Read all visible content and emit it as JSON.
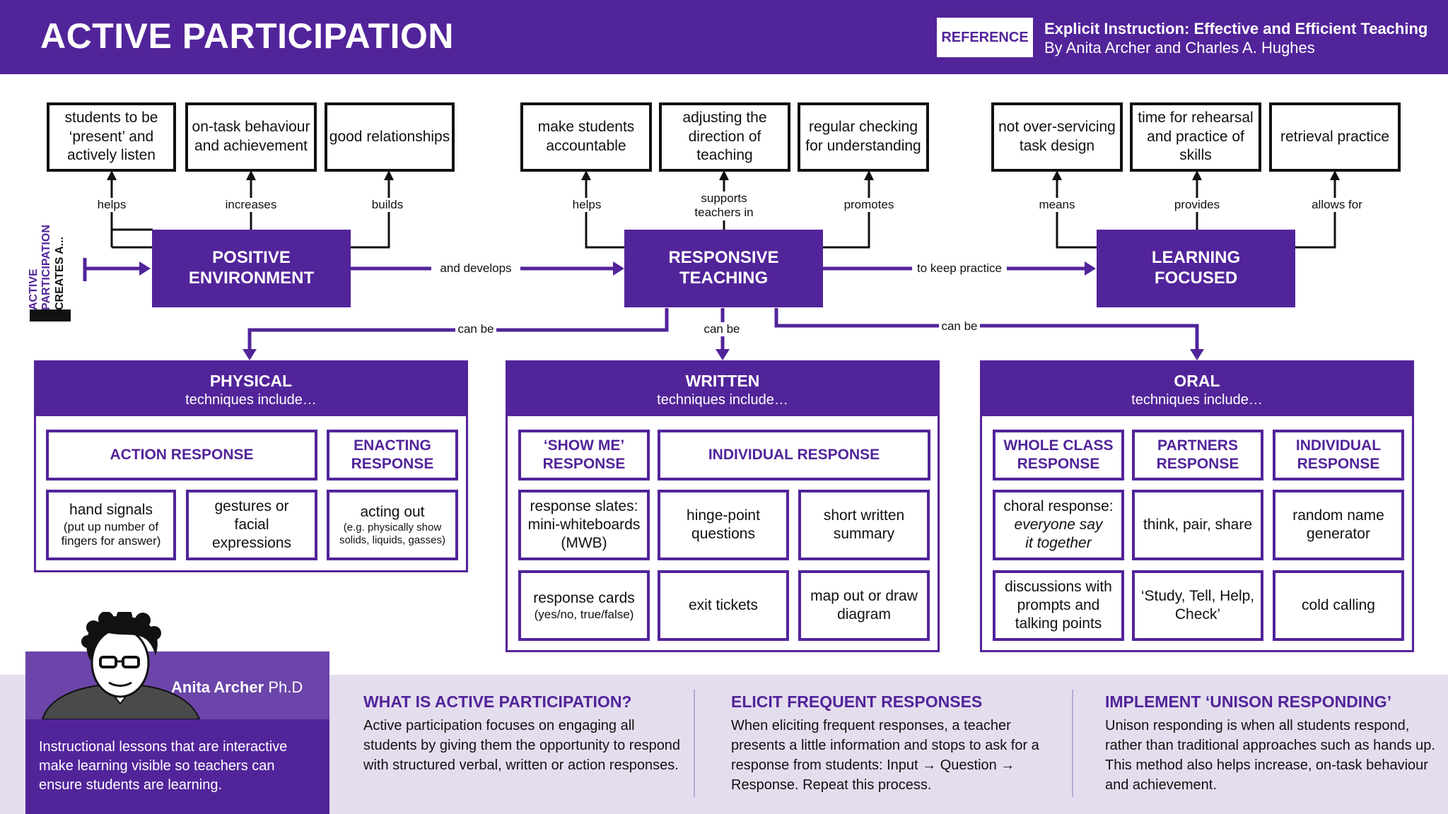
{
  "header": {
    "title": "ACTIVE PARTICIPATION",
    "reference_badge": "REFERENCE",
    "reference_title": "Explicit Instruction: Effective and Efficient Teaching",
    "reference_authors": "By Anita Archer and Charles A. Hughes"
  },
  "side_label": {
    "line1": "ACTIVE",
    "line2": "PARTICIPATION",
    "line3": "CREATES A..."
  },
  "top_boxes": [
    "students to be ‘present’ and actively listen",
    "on-task behaviour and achievement",
    "good relationships",
    "make students accountable",
    "adjusting the direction of teaching",
    "regular checking for understanding",
    "not over-servicing task design",
    "time for rehearsal and practice of skills",
    "retrieval practice"
  ],
  "top_labels": [
    "helps",
    "increases",
    "builds",
    "helps",
    "supports teachers in",
    "promotes",
    "means",
    "provides",
    "allows for"
  ],
  "hubs": {
    "positive": "POSITIVE ENVIRONMENT",
    "responsive": "RESPONSIVE TEACHING",
    "learning": "LEARNING FOCUSED"
  },
  "connectors": {
    "and_develops": "and develops",
    "to_keep_practice": "to keep practice",
    "can_be_left": "can be",
    "can_be_mid": "can be",
    "can_be_right": "can be"
  },
  "physical": {
    "title": "PHYSICAL",
    "subtitle": "techniques include…",
    "headers": [
      "ACTION RESPONSE",
      "ENACTING RESPONSE"
    ],
    "items": [
      {
        "main": "hand signals",
        "note": "(put up number of fingers for answer)"
      },
      {
        "main": "gestures or facial expressions",
        "note": ""
      },
      {
        "main": "acting out",
        "note": "(e.g. physically show solids, liquids, gasses)"
      }
    ]
  },
  "written": {
    "title": "WRITTEN",
    "subtitle": "techniques include…",
    "headers": [
      "‘SHOW ME’ RESPONSE",
      "INDIVIDUAL RESPONSE"
    ],
    "items": [
      {
        "main": "response slates: mini-whiteboards (MWB)",
        "note": ""
      },
      {
        "main": "hinge-point questions",
        "note": ""
      },
      {
        "main": "short written summary",
        "note": ""
      },
      {
        "main": "response cards",
        "note": "(yes/no, true/false)"
      },
      {
        "main": "exit tickets",
        "note": ""
      },
      {
        "main": "map out or draw diagram",
        "note": ""
      }
    ]
  },
  "oral": {
    "title": "ORAL",
    "subtitle": "techniques include…",
    "headers": [
      "WHOLE CLASS RESPONSE",
      "PARTNERS RESPONSE",
      "INDIVIDUAL RESPONSE"
    ],
    "items": [
      {
        "main": "choral response:",
        "italic": "everyone say it together"
      },
      {
        "main": "think, pair, share",
        "italic": ""
      },
      {
        "main": "random name generator",
        "italic": ""
      },
      {
        "main": "discussions with prompts and talking points",
        "italic": ""
      },
      {
        "main": "‘Study, Tell, Help, Check’",
        "italic": ""
      },
      {
        "main": "cold calling",
        "italic": ""
      }
    ]
  },
  "person": {
    "name": "Anita Archer",
    "suffix": " Ph.D",
    "description": "Instructional lessons that are interactive make learning visible so teachers can ensure students are learning."
  },
  "footer": [
    {
      "heading": "WHAT IS ACTIVE PARTICIPATION?",
      "body": "Active participation focuses on engaging all students by giving them the opportunity to respond with structured verbal, written or action responses."
    },
    {
      "heading": "ELICIT FREQUENT RESPONSES",
      "body": "When eliciting frequent responses, a teacher presents a little information and stops to ask for a response from students: Input → Question → Response. Repeat this process."
    },
    {
      "heading": "IMPLEMENT ‘UNISON RESPONDING’",
      "body": "Unison responding is when all students respond, rather than traditional approaches such as hands up. This method also helps increase, on-task behaviour and achievement."
    }
  ],
  "colors": {
    "purple": "#52249a",
    "light_purple": "#e4ddee",
    "black": "#111111"
  }
}
